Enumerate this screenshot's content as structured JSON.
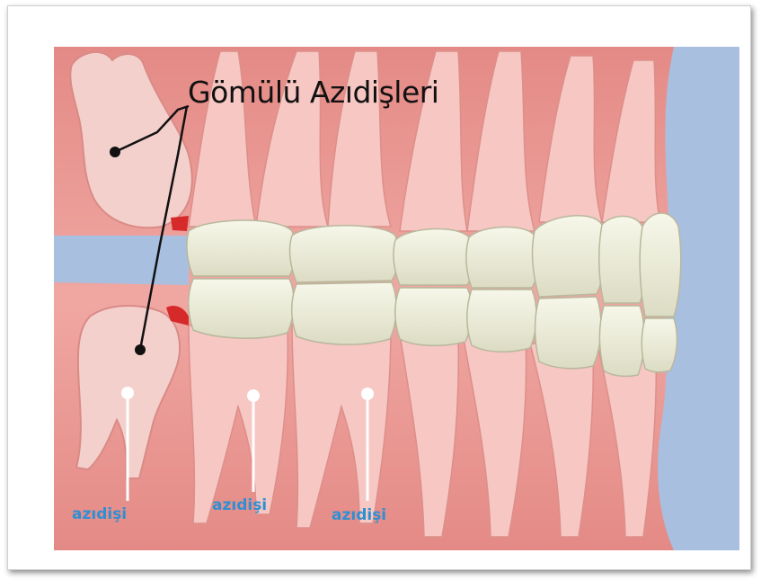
{
  "diagram": {
    "title": "Gömülü Azıdişleri",
    "labels": [
      {
        "text": "azıdişi"
      },
      {
        "text": "azıdişi"
      },
      {
        "text": "azıdişi"
      }
    ]
  },
  "colors": {
    "gum": "#e9918d",
    "root": "#f6c7c3",
    "crown": "#eeeedb",
    "tongue_blue": "#a9bfe0",
    "label_blue": "#2f8fd3"
  }
}
